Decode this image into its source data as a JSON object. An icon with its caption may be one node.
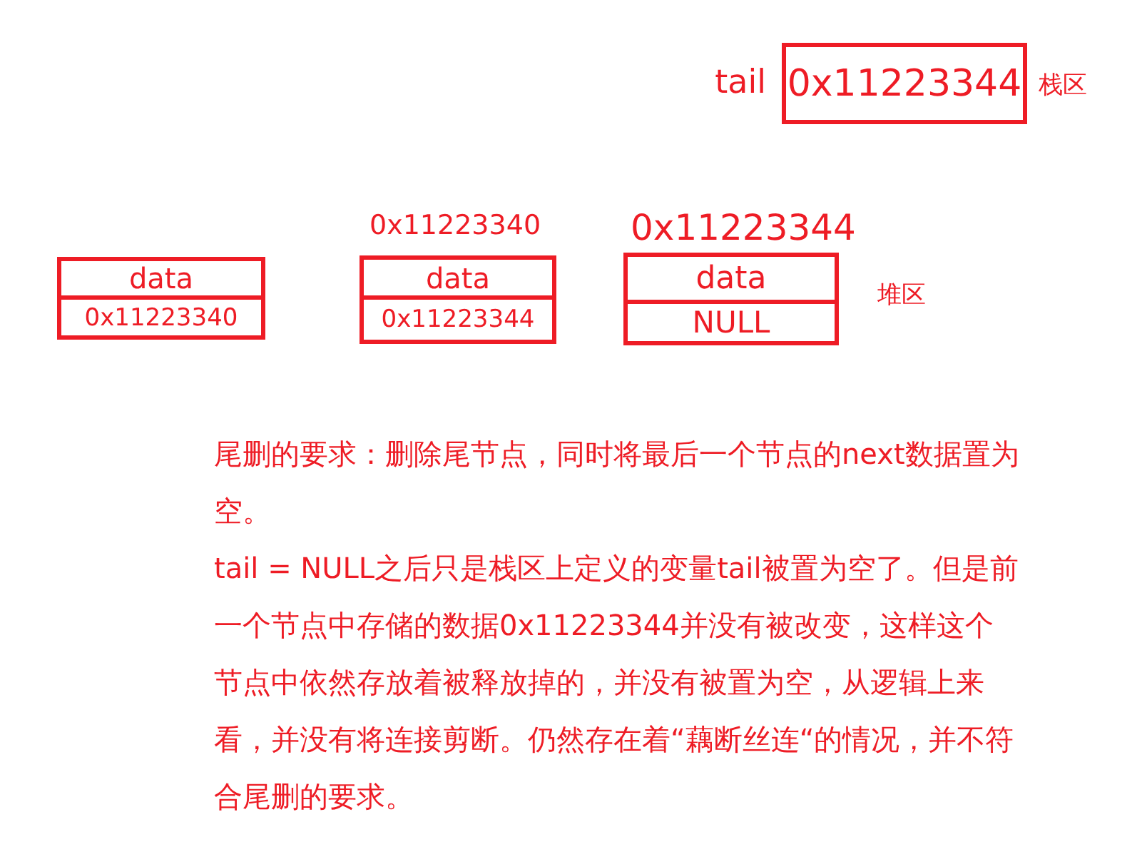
{
  "diagram": {
    "nodes": [
      {
        "text": [
          "0x11223344"
        ],
        "beside": [
          "tail"
        ]
      },
      {
        "text": [
          "data"
        ]
      },
      {
        "text": [
          "0x11223340"
        ]
      },
      {
        "text": [
          "data"
        ],
        "beside": [
          "0x11223340"
        ]
      },
      {
        "text": [
          "0x11223344"
        ]
      },
      {
        "text": [
          "data"
        ],
        "beside": [
          "0x11223344"
        ]
      },
      {
        "text": [
          "NULL"
        ]
      }
    ],
    "labels": [
      "栈区",
      "堆区",
      "尾删的要求：删除尾节点，同时将最后一个节点的next数据置为空。",
      "tail = NULL之后只是栈区上定义的变量tail被置为空了。但是前一个节点中存储的数据0x11223344并没有被改变，这样这个节点中依然存放着被释放掉的，并没有被置为空，从逻辑上来看，并没有将连接剪断。仍然存在着“藕断丝连“的情况，并不符合尾删的要求。"
    ]
  }
}
